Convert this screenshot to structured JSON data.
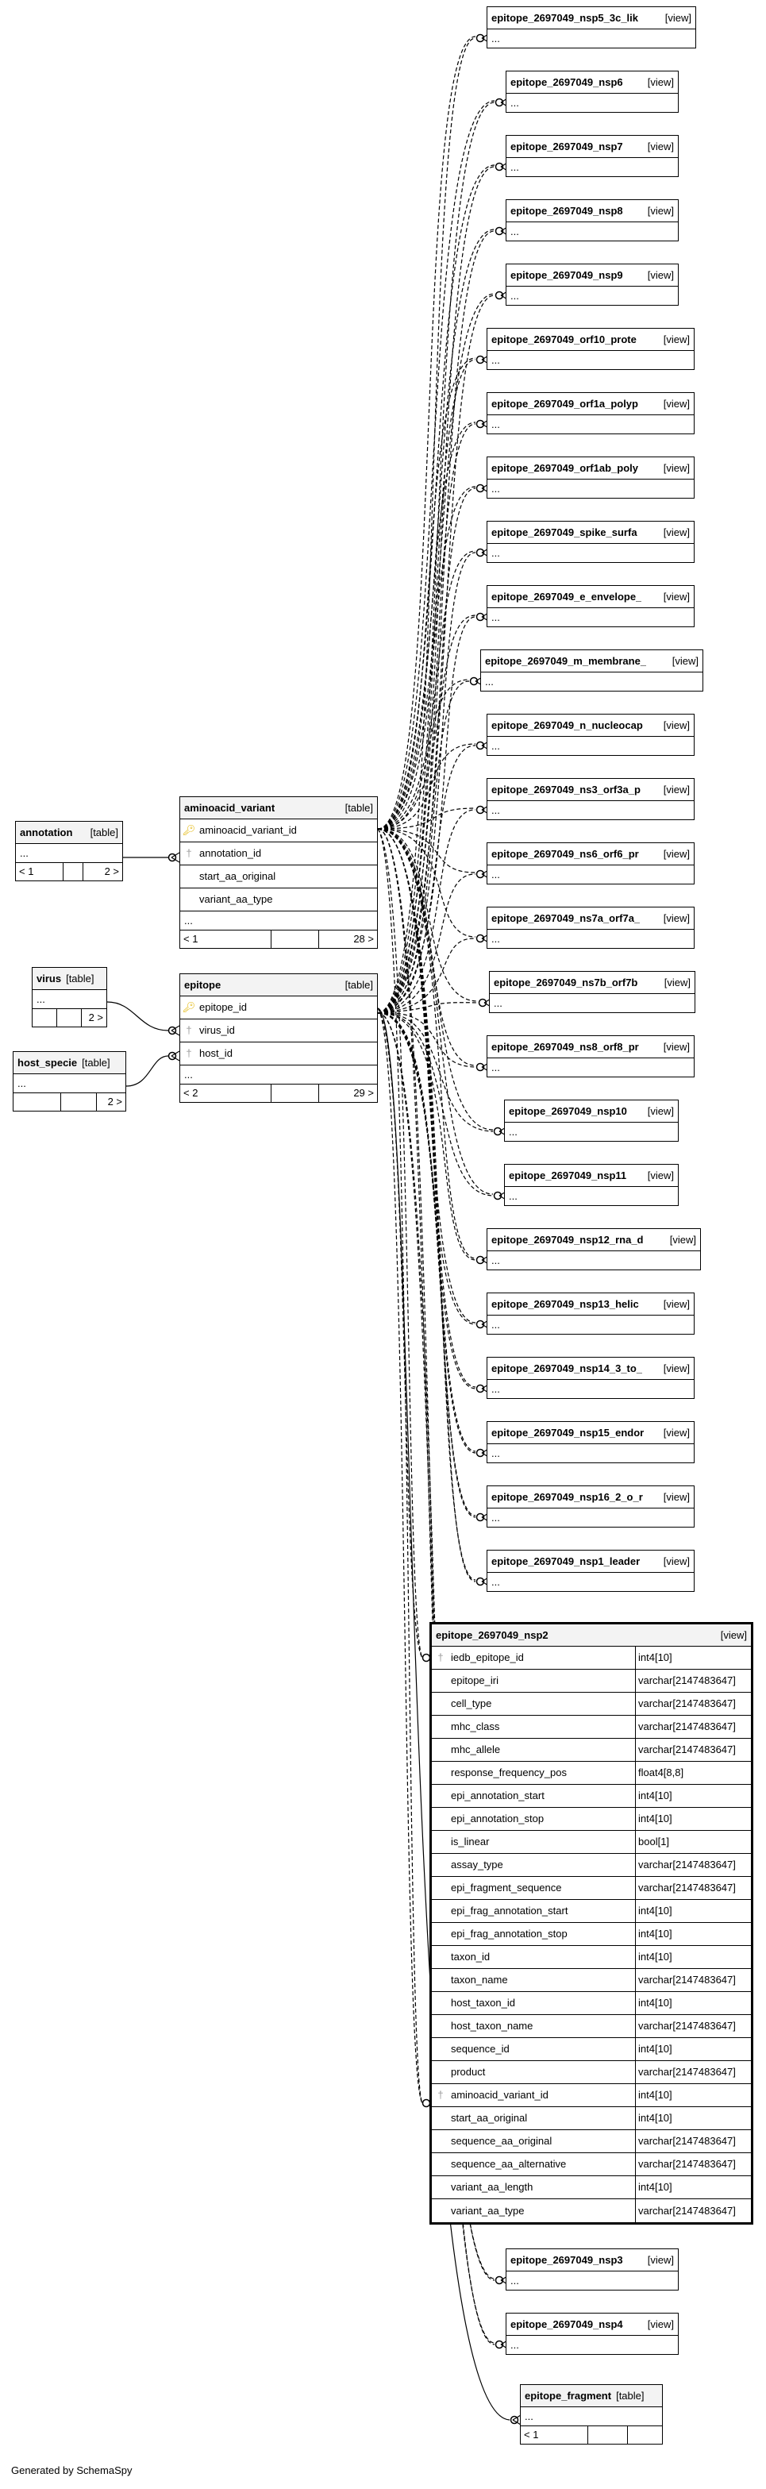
{
  "footer": "Generated by SchemaSpy",
  "tables": {
    "annotation": {
      "name": "annotation",
      "type": "[table]",
      "ellipsis": "...",
      "foot_left": "< 1",
      "foot_right": "2 >"
    },
    "aminoacid_variant": {
      "name": "aminoacid_variant",
      "type": "[table]",
      "columns": [
        "aminoacid_variant_id",
        "annotation_id",
        "start_aa_original",
        "variant_aa_type"
      ],
      "ellipsis": "...",
      "foot_left": "< 1",
      "foot_right": "28 >"
    },
    "virus": {
      "name": "virus",
      "type": "[table]",
      "ellipsis": "...",
      "foot_right": "2 >"
    },
    "host_specie": {
      "name": "host_specie",
      "type": "[table]",
      "ellipsis": "...",
      "foot_right": "2 >"
    },
    "epitope": {
      "name": "epitope",
      "type": "[table]",
      "columns": [
        "epitope_id",
        "virus_id",
        "host_id"
      ],
      "ellipsis": "...",
      "foot_left": "< 2",
      "foot_right": "29 >"
    },
    "epitope_fragment": {
      "name": "epitope_fragment",
      "type": "[table]",
      "ellipsis": "...",
      "foot_left": "< 1"
    }
  },
  "views": [
    {
      "name": "epitope_2697049_nsp5_3c_lik",
      "type": "[view]",
      "ellipsis": "..."
    },
    {
      "name": "epitope_2697049_nsp6",
      "type": "[view]",
      "ellipsis": "..."
    },
    {
      "name": "epitope_2697049_nsp7",
      "type": "[view]",
      "ellipsis": "..."
    },
    {
      "name": "epitope_2697049_nsp8",
      "type": "[view]",
      "ellipsis": "..."
    },
    {
      "name": "epitope_2697049_nsp9",
      "type": "[view]",
      "ellipsis": "..."
    },
    {
      "name": "epitope_2697049_orf10_prote",
      "type": "[view]",
      "ellipsis": "..."
    },
    {
      "name": "epitope_2697049_orf1a_polyp",
      "type": "[view]",
      "ellipsis": "..."
    },
    {
      "name": "epitope_2697049_orf1ab_poly",
      "type": "[view]",
      "ellipsis": "..."
    },
    {
      "name": "epitope_2697049_spike_surfa",
      "type": "[view]",
      "ellipsis": "..."
    },
    {
      "name": "epitope_2697049_e_envelope_",
      "type": "[view]",
      "ellipsis": "..."
    },
    {
      "name": "epitope_2697049_m_membrane_",
      "type": "[view]",
      "ellipsis": "..."
    },
    {
      "name": "epitope_2697049_n_nucleocap",
      "type": "[view]",
      "ellipsis": "..."
    },
    {
      "name": "epitope_2697049_ns3_orf3a_p",
      "type": "[view]",
      "ellipsis": "..."
    },
    {
      "name": "epitope_2697049_ns6_orf6_pr",
      "type": "[view]",
      "ellipsis": "..."
    },
    {
      "name": "epitope_2697049_ns7a_orf7a_",
      "type": "[view]",
      "ellipsis": "..."
    },
    {
      "name": "epitope_2697049_ns7b_orf7b",
      "type": "[view]",
      "ellipsis": "..."
    },
    {
      "name": "epitope_2697049_ns8_orf8_pr",
      "type": "[view]",
      "ellipsis": "..."
    },
    {
      "name": "epitope_2697049_nsp10",
      "type": "[view]",
      "ellipsis": "..."
    },
    {
      "name": "epitope_2697049_nsp11",
      "type": "[view]",
      "ellipsis": "..."
    },
    {
      "name": "epitope_2697049_nsp12_rna_d",
      "type": "[view]",
      "ellipsis": "..."
    },
    {
      "name": "epitope_2697049_nsp13_helic",
      "type": "[view]",
      "ellipsis": "..."
    },
    {
      "name": "epitope_2697049_nsp14_3_to_",
      "type": "[view]",
      "ellipsis": "..."
    },
    {
      "name": "epitope_2697049_nsp15_endor",
      "type": "[view]",
      "ellipsis": "..."
    },
    {
      "name": "epitope_2697049_nsp16_2_o_r",
      "type": "[view]",
      "ellipsis": "..."
    },
    {
      "name": "epitope_2697049_nsp1_leader",
      "type": "[view]",
      "ellipsis": "..."
    },
    {
      "name": "epitope_2697049_nsp3",
      "type": "[view]",
      "ellipsis": "..."
    },
    {
      "name": "epitope_2697049_nsp4",
      "type": "[view]",
      "ellipsis": "..."
    }
  ],
  "main_view": {
    "name": "epitope_2697049_nsp2",
    "type": "[view]",
    "columns": [
      {
        "name": "iedb_epitope_id",
        "type": "int4[10]",
        "key": "fk"
      },
      {
        "name": "epitope_iri",
        "type": "varchar[2147483647]"
      },
      {
        "name": "cell_type",
        "type": "varchar[2147483647]"
      },
      {
        "name": "mhc_class",
        "type": "varchar[2147483647]"
      },
      {
        "name": "mhc_allele",
        "type": "varchar[2147483647]"
      },
      {
        "name": "response_frequency_pos",
        "type": "float4[8,8]"
      },
      {
        "name": "epi_annotation_start",
        "type": "int4[10]"
      },
      {
        "name": "epi_annotation_stop",
        "type": "int4[10]"
      },
      {
        "name": "is_linear",
        "type": "bool[1]"
      },
      {
        "name": "assay_type",
        "type": "varchar[2147483647]"
      },
      {
        "name": "epi_fragment_sequence",
        "type": "varchar[2147483647]"
      },
      {
        "name": "epi_frag_annotation_start",
        "type": "int4[10]"
      },
      {
        "name": "epi_frag_annotation_stop",
        "type": "int4[10]"
      },
      {
        "name": "taxon_id",
        "type": "int4[10]"
      },
      {
        "name": "taxon_name",
        "type": "varchar[2147483647]"
      },
      {
        "name": "host_taxon_id",
        "type": "int4[10]"
      },
      {
        "name": "host_taxon_name",
        "type": "varchar[2147483647]"
      },
      {
        "name": "sequence_id",
        "type": "int4[10]"
      },
      {
        "name": "product",
        "type": "varchar[2147483647]"
      },
      {
        "name": "aminoacid_variant_id",
        "type": "int4[10]",
        "key": "fk"
      },
      {
        "name": "start_aa_original",
        "type": "int4[10]"
      },
      {
        "name": "sequence_aa_original",
        "type": "varchar[2147483647]"
      },
      {
        "name": "sequence_aa_alternative",
        "type": "varchar[2147483647]"
      },
      {
        "name": "variant_aa_length",
        "type": "int4[10]"
      },
      {
        "name": "variant_aa_type",
        "type": "varchar[2147483647]"
      }
    ]
  }
}
